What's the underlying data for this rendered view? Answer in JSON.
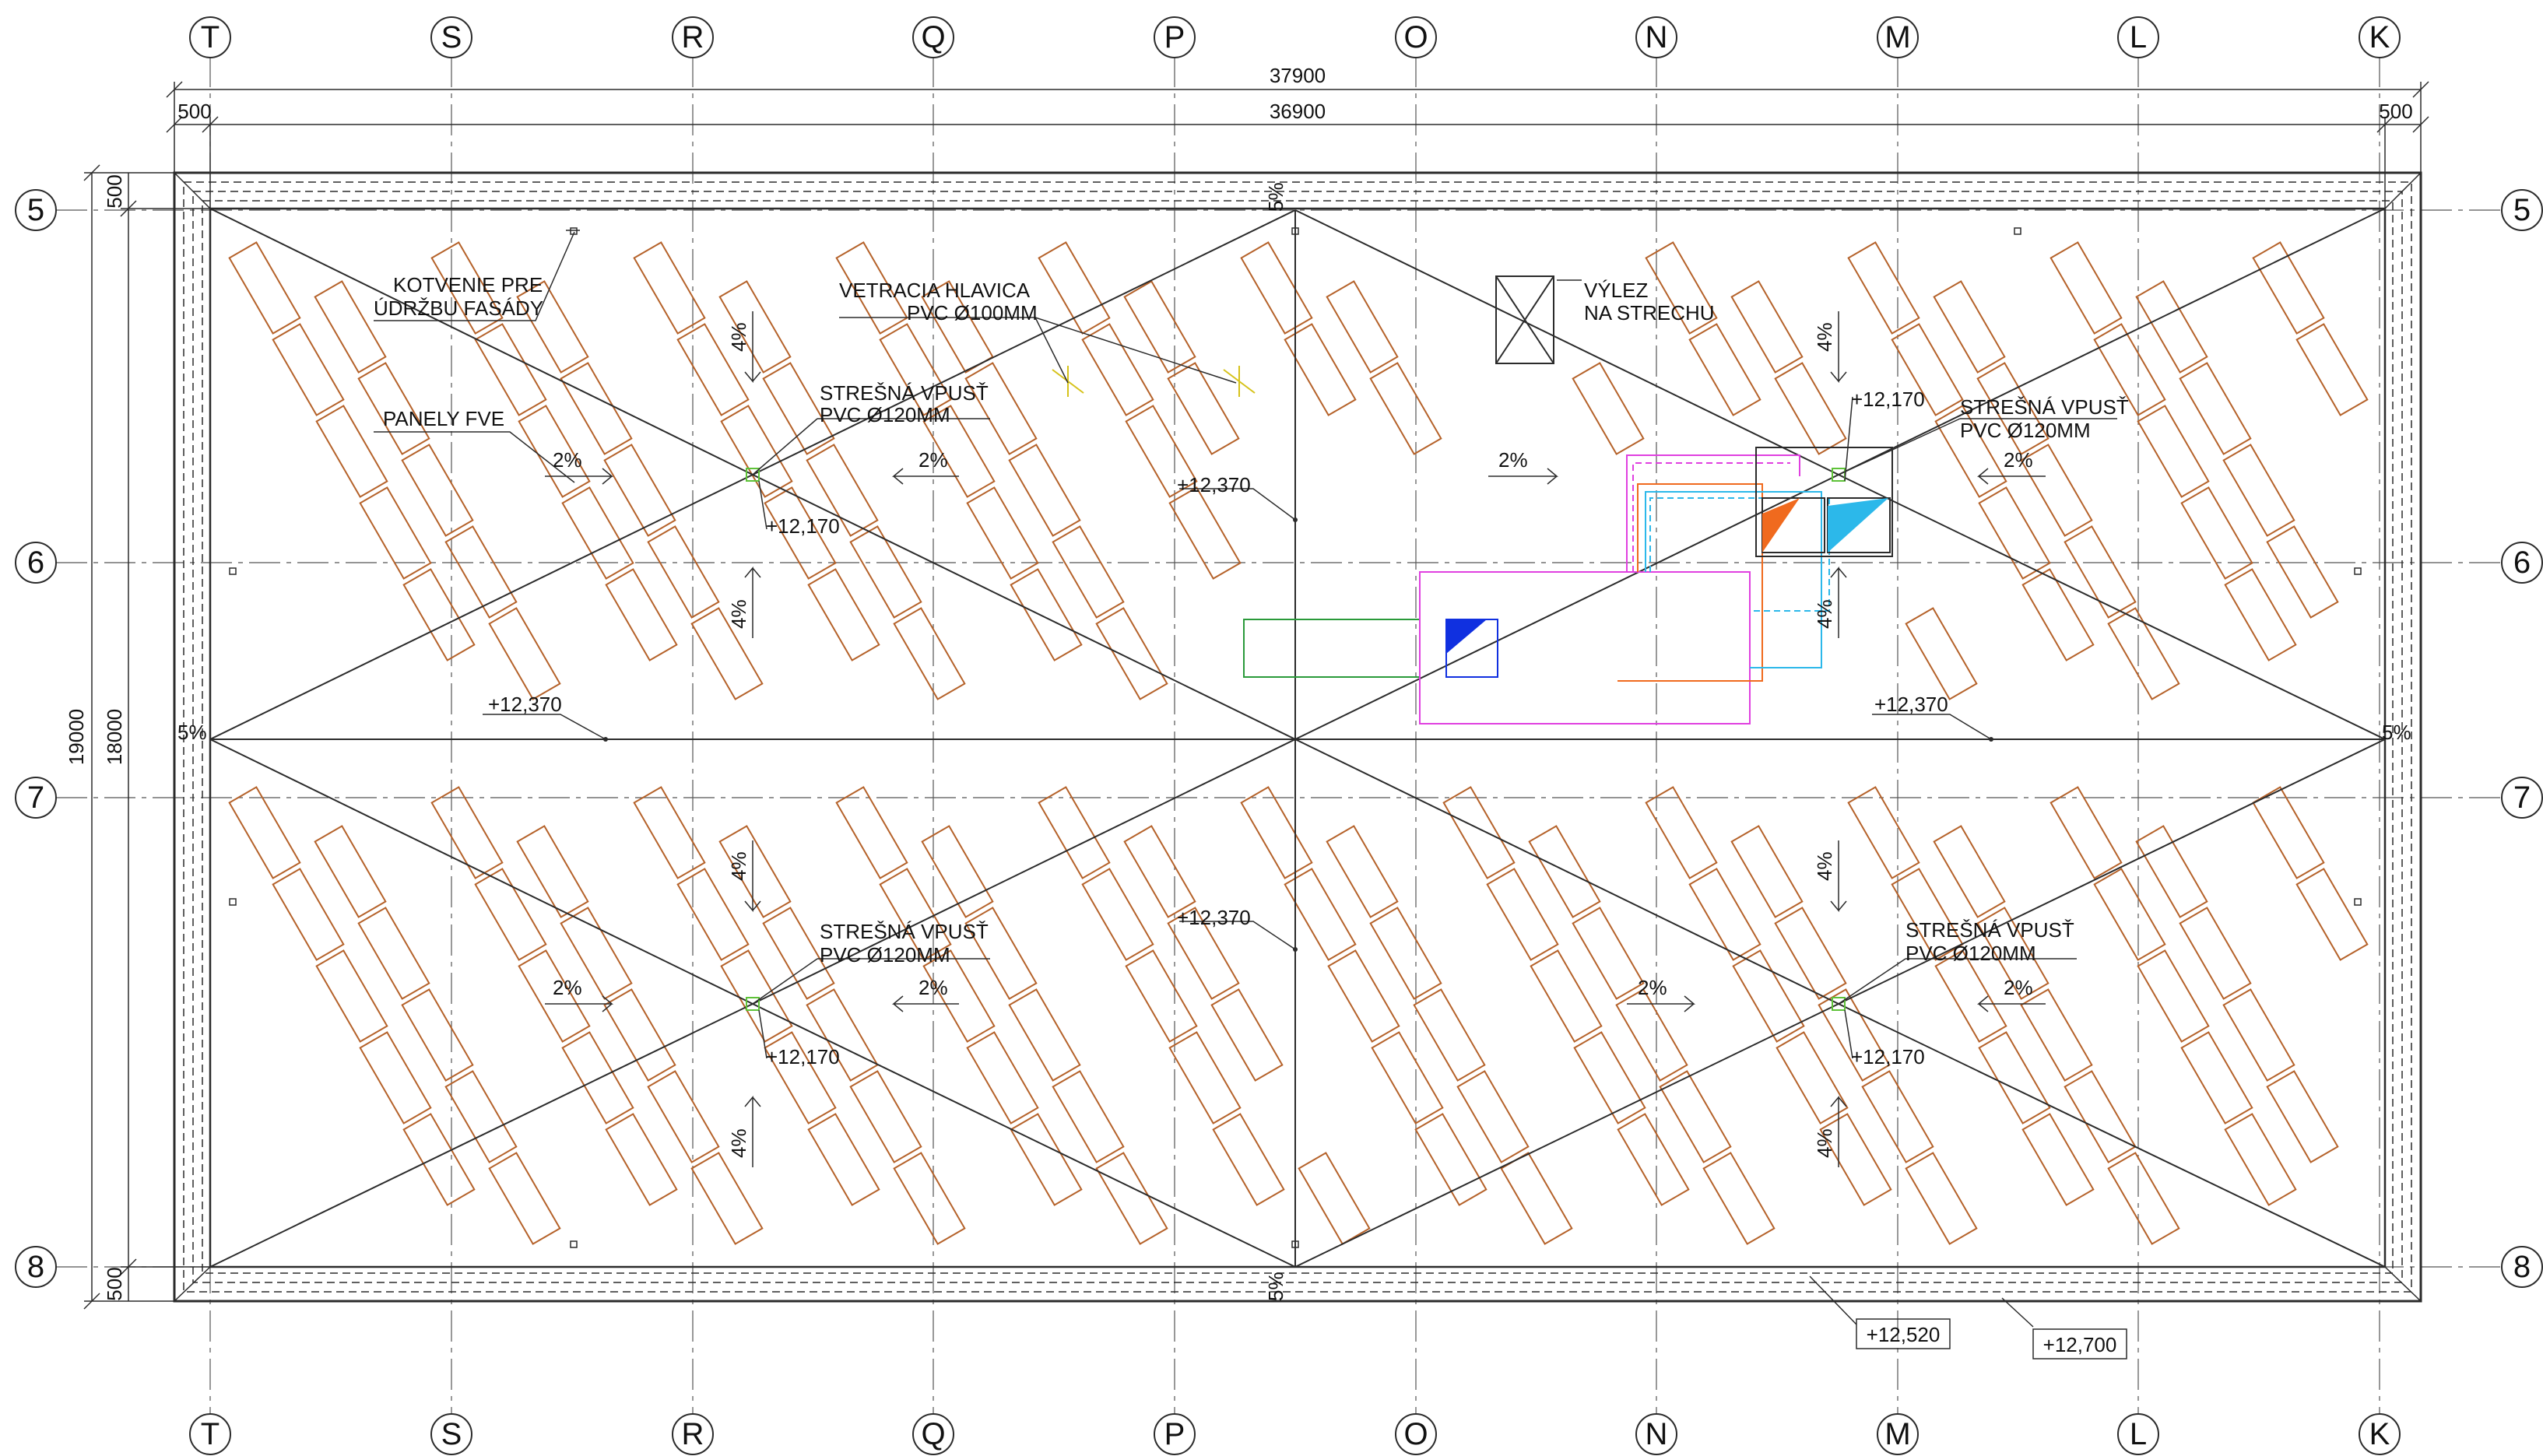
{
  "axes": {
    "columns": [
      "T",
      "S",
      "R",
      "Q",
      "P",
      "O",
      "N",
      "M",
      "L",
      "K"
    ],
    "rows": [
      "5",
      "6",
      "7",
      "8"
    ]
  },
  "dimensions": {
    "overall_width": "37900",
    "inner_width": "36900",
    "left_offset": "500",
    "right_offset": "500",
    "overall_height": "19000",
    "inner_height": "18000",
    "top_offset": "500",
    "bottom_offset": "500"
  },
  "notes": {
    "anchor_1": "KOTVENIE PRE",
    "anchor_2": "ÚDRŽBU FASÁDY",
    "panels": "PANELY FVE",
    "vent_1": "VETRACIA HLAVICA",
    "vent_2": "PVC Ø100MM",
    "hatch_1": "VÝLEZ",
    "hatch_2": "NA STRECHU",
    "drain_1": "STREŠNÁ VPUSŤ",
    "drain_2": "PVC Ø120MM"
  },
  "elevations": {
    "low": "+12,170",
    "ridge": "+12,370",
    "parapet_inner": "+12,520",
    "parapet_top": "+12,700"
  },
  "slopes": {
    "main": "2%",
    "secondary": "4%",
    "edge": "5%"
  },
  "colors": {
    "line": "#2b2b2b",
    "panel": "#b5622a",
    "drain": "#5ec238",
    "magenta": "#e040e0",
    "green": "#2a9a3a",
    "blue": "#1030e0",
    "orange": "#f06a1e",
    "cyan": "#2cb8ea"
  }
}
